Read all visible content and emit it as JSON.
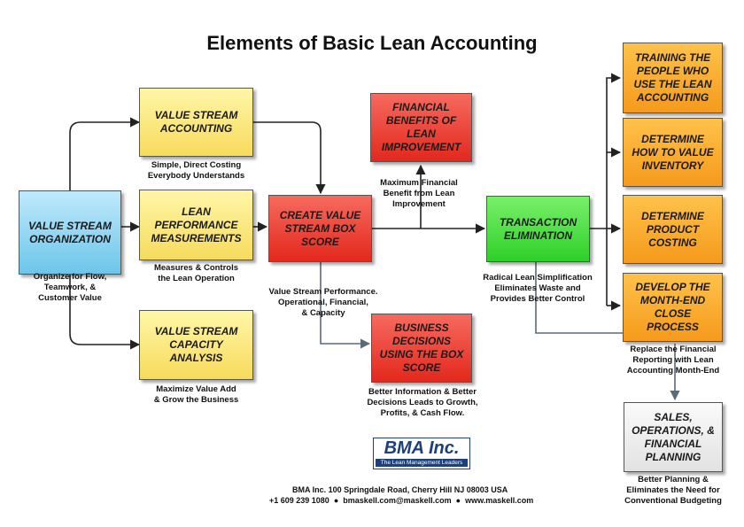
{
  "title": "Elements of Basic Lean Accounting",
  "boxes": {
    "vso": "VALUE STREAM ORGANIZATION",
    "vsa": "VALUE STREAM ACCOUNTING",
    "lpm": "LEAN PERFORMANCE MEASUREMENTS",
    "vsca": "VALUE STREAM CAPACITY ANALYSIS",
    "cvsbs": "CREATE VALUE STREAM BOX SCORE",
    "fbli": "FINANCIAL BENEFITS OF LEAN IMPROVEMENT",
    "bdbs": "BUSINESS DECISIONS USING THE BOX SCORE",
    "te": "TRANSACTION ELIMINATION",
    "tpule": "TRAINING THE PEOPLE WHO USE THE LEAN ACCOUNTING",
    "dhvi": "DETERMINE HOW TO VALUE INVENTORY",
    "dpc": "DETERMINE PRODUCT COSTING",
    "dmec": "DEVELOP THE MONTH-END CLOSE PROCESS",
    "sofp": "SALES, OPERATIONS, & FINANCIAL PLANNING"
  },
  "captions": {
    "vso": "Organize for Flow,\nTeamwork, &\nCustomer Value",
    "vsa": "Simple, Direct Costing\nEverybody Understands",
    "lpm": "Measures & Controls\nthe Lean Operation",
    "vsca": "Maximize Value Add\n& Grow the Business",
    "cvsbs": "Value Stream Performance.\nOperational, Financial,\n& Capacity",
    "fbli": "Maximum Financial\nBenefit from Lean\nImprovement",
    "bdbs": "Better Information & Better\nDecisions Leads to Growth,\nProfits, & Cash Flow.",
    "te": "Radical Lean Simplification\nEliminates Waste and\nProvides Better Control",
    "dmec": "Replace the Financial\nReporting with Lean\nAccounting Month-End",
    "sofp": "Better Planning &\nEliminates the Need for\nConventional Budgeting"
  },
  "logo": {
    "name": "BMA Inc.",
    "tagline": "The Lean Management Leaders"
  },
  "footer": {
    "line1": "BMA Inc. 100 Springdale Road, Cherry Hill NJ 08003 USA",
    "phone": "+1 609 239 1080",
    "email": "bmaskell.com@maskell.com",
    "web": "www.maskell.com"
  }
}
